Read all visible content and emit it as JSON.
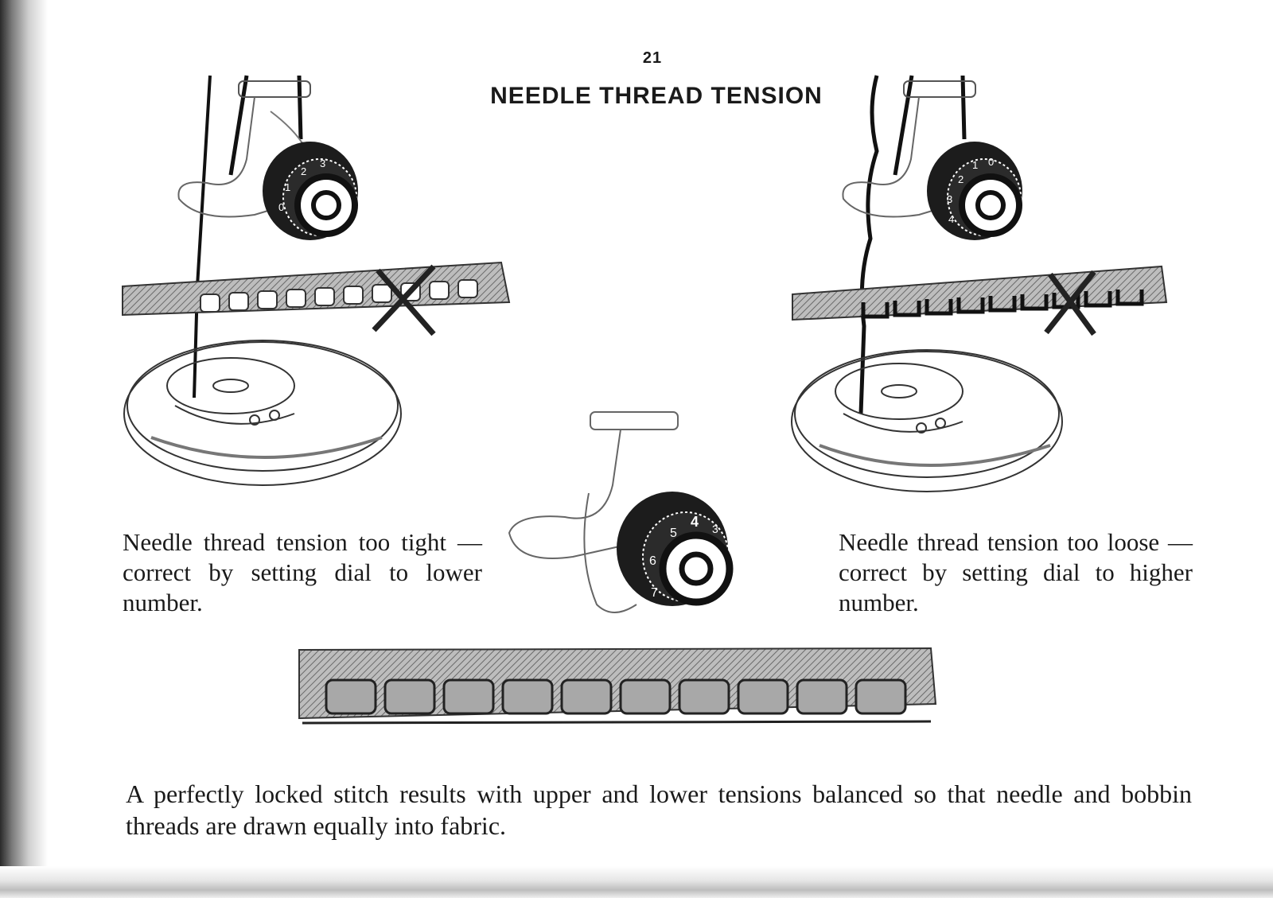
{
  "page": {
    "number": "21",
    "title": "NEEDLE THREAD TENSION"
  },
  "illustrations": {
    "tight": {
      "dial_numbers": [
        "0",
        "1",
        "2",
        "3"
      ],
      "caption": "Needle thread tension too tight — correct by setting dial to lower number."
    },
    "loose": {
      "dial_numbers": [
        "1",
        "0",
        "2",
        "3",
        "4"
      ],
      "caption": "Needle thread tension too loose — correct by setting dial to higher number."
    },
    "balanced": {
      "dial_numbers": [
        "4",
        "5",
        "6",
        "7",
        "3"
      ],
      "caption": "A perfectly locked stitch results with upper and lower tensions balanced so that needle and bobbin threads are drawn equally into fabric."
    }
  },
  "colors": {
    "ink": "#1a1a1a",
    "fabric": "#9a9a9a",
    "paper": "#ffffff"
  }
}
